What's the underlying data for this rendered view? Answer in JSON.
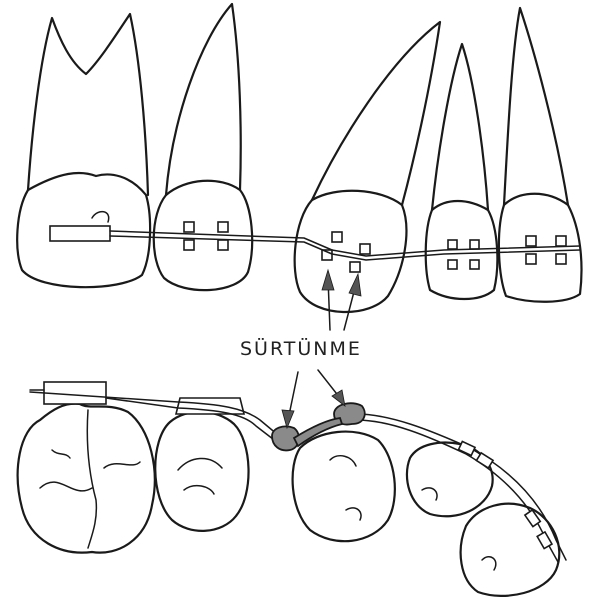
{
  "label": {
    "text": "SÜRTÜNME"
  },
  "colors": {
    "ink": "#1a1a1a",
    "friction_fill": "#8a8a8a",
    "background": "#ffffff"
  },
  "views": [
    "buccal-view-teeth",
    "occlusal-view-teeth"
  ]
}
